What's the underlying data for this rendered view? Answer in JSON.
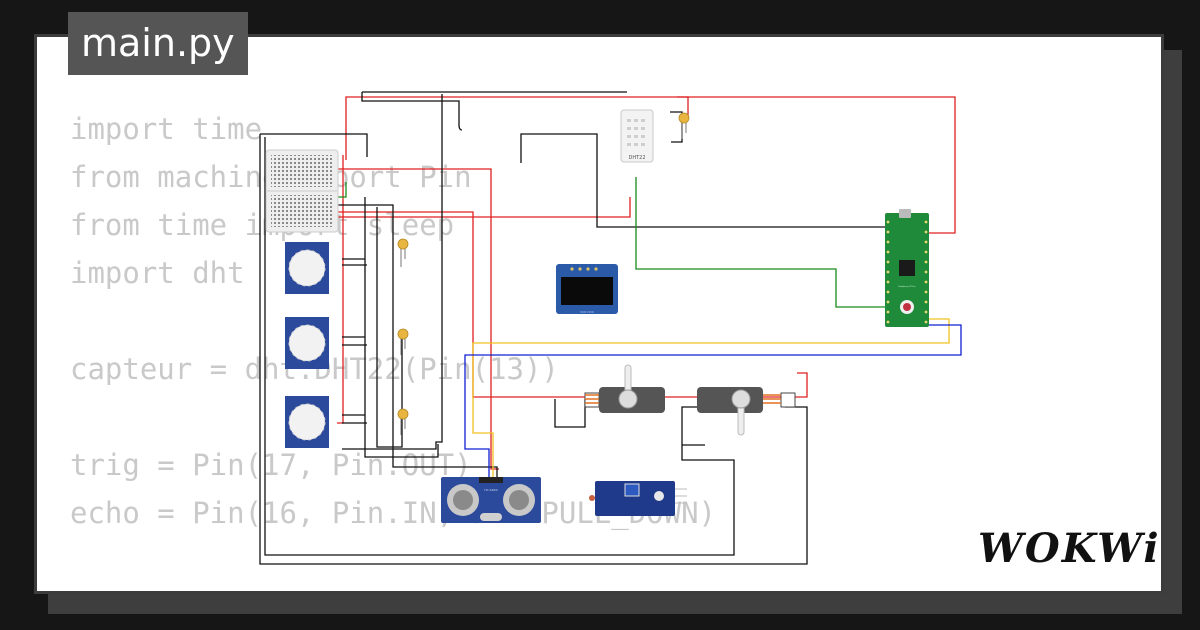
{
  "file": {
    "name": "main.py"
  },
  "code": {
    "lines": [
      "import time",
      "from machine import Pin",
      "from time import sleep",
      "import dht",
      "",
      "capteur = dht.DHT22(Pin(13))",
      "",
      "trig = Pin(17, Pin.OUT)",
      "echo = Pin(16, Pin.IN, Pin.PULL_DOWN)"
    ]
  },
  "parts": {
    "dht_label": "DHT22",
    "ultrasonic_label": "HC-SR04",
    "pico_label": "Raspberry Pi Pico",
    "oled_label": "SSD1306"
  },
  "brand": {
    "logo": "WOKWi"
  },
  "colors": {
    "background": "#161616",
    "card": "#ffffff",
    "label_bg": "#555555",
    "code_text": "#c9c9c9",
    "wire_red": "#e02020",
    "wire_black": "#111111",
    "wire_green": "#1a8a1a",
    "wire_yellow": "#f0c020",
    "wire_blue": "#1020d0",
    "pico_green": "#1f8a3a",
    "module_blue": "#2b4a9c"
  }
}
